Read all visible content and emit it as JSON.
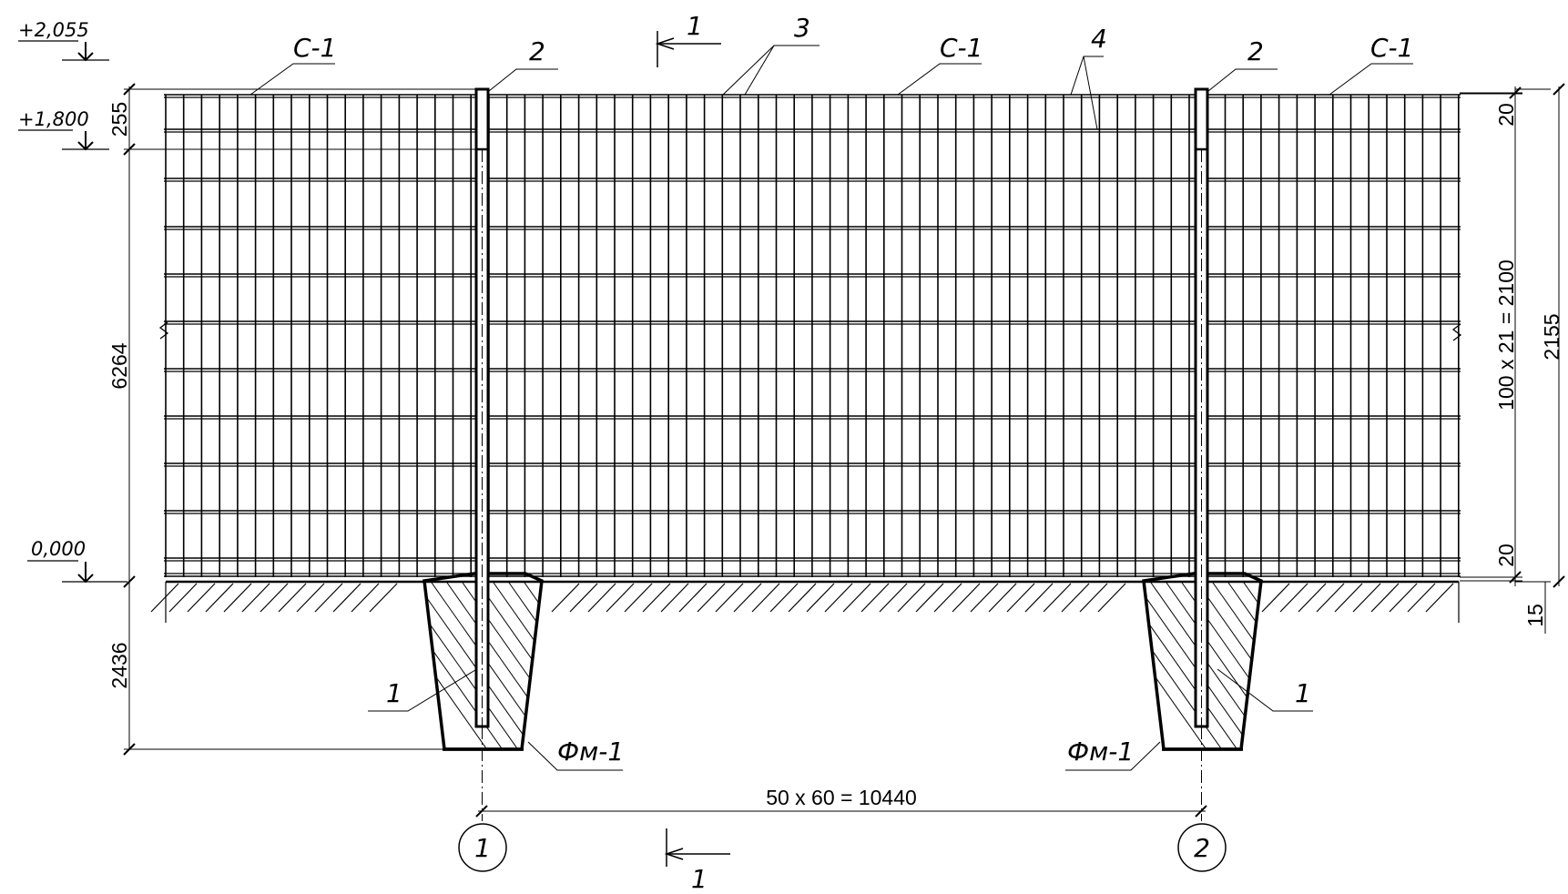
{
  "levels": {
    "top": "+2,055",
    "mid": "+1,800",
    "zero": "0,000"
  },
  "section_mark": "1",
  "labels": {
    "panel": "С-1",
    "post": "2",
    "wire_3": "3",
    "wire_4": "4",
    "foundation_item": "1",
    "foundation": "Фм-1"
  },
  "dimensions": {
    "top_part": "255",
    "post_height": "6264",
    "embed_depth": "2436",
    "cell_top": "20",
    "cell_bottom": "20",
    "grid_total": "100 x 21 = 2100",
    "panel_height": "2155",
    "gap": "15",
    "span": "50 x 60 = 10440"
  },
  "axes": [
    "1",
    "2"
  ],
  "colors": {
    "line": "#000000",
    "background": "#ffffff"
  }
}
